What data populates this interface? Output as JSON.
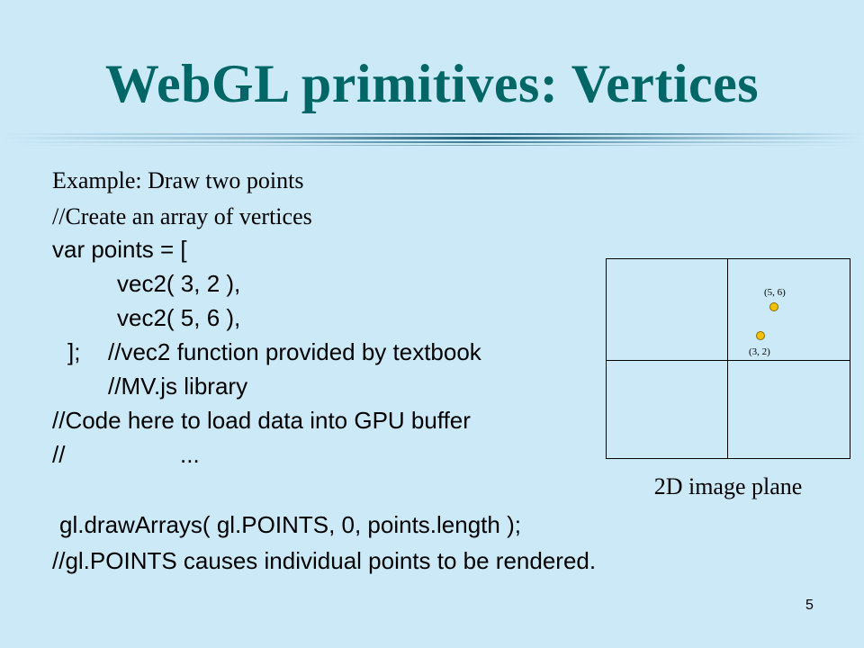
{
  "slide": {
    "title": "WebGL primitives: Vertices",
    "page_number": "5"
  },
  "code_lines": [
    "Example: Draw two points",
    "//Create an array of vertices",
    "var points = [",
    "vec2( 3, 2 ),",
    "vec2( 5, 6 ),",
    "];",
    "//vec2 function provided by textbook",
    "//MV.js library",
    "//Code here to load data into GPU buffer",
    "//",
    "...",
    "gl.drawArrays( gl.POINTS, 0, points.length );",
    "//gl.POINTS causes individual points to be rendered."
  ],
  "diagram": {
    "caption": "2D image plane",
    "point_a_label": "(5, 6)",
    "point_b_label": "(3, 2)"
  },
  "colors": {
    "background": "#cce9f7",
    "title": "#006666",
    "point": "#f2c200"
  }
}
